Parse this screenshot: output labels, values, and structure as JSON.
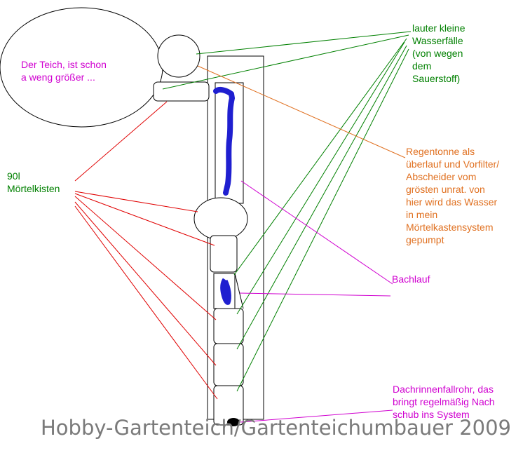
{
  "labels": {
    "teich": "Der Teich, ist schon\na weng größer ...",
    "wasserfaelle": "lauter kleine\nWasserfälle\n(von wegen\ndem\nSauerstoff)",
    "regentonne": "Regentonne als\nüberlauf und Vorfilter/\nAbscheider vom\ngrösten unrat. von\nhier wird das Wasser\nin mein\nMörtelkastensystem\ngepumpt",
    "moertelkisten": "90l\nMörtelkisten",
    "bachlauf": "Bachlauf",
    "dachrinne": "Dachrinnenfallrohr, das\nbringt regelmäßig Nach\nschub ins System"
  },
  "watermark": "Hobby-Gartenteich/Gartenteichumbauer 2009",
  "colors": {
    "outline": "#000000",
    "water": "#1f1fd0",
    "teich_label": "#d000d0",
    "green": "#008000",
    "orange": "#e07020",
    "red": "#e00000",
    "magenta": "#d000d0"
  }
}
